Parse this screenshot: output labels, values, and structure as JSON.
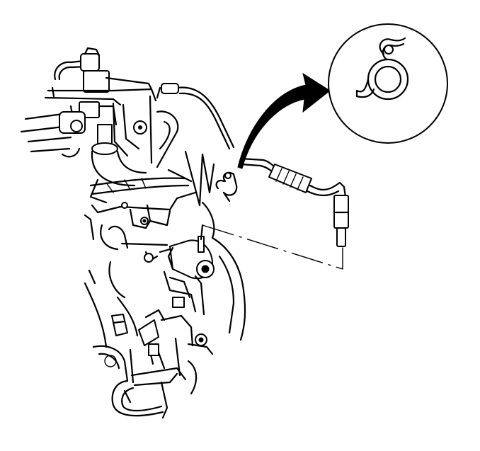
{
  "diagram": {
    "parts": [
      {
        "id": "engine-assembly",
        "icon": "engine-block-illustration"
      },
      {
        "id": "sensor-harness",
        "icon": "wire-harness-with-connector"
      },
      {
        "id": "harness-clip",
        "icon": "wire-clip"
      },
      {
        "id": "detail-callout",
        "icon": "clip-detail-magnified"
      },
      {
        "id": "callout-arrow",
        "icon": "curved-arrow"
      },
      {
        "id": "sensor-leader",
        "icon": "dashed-leader-line"
      }
    ],
    "colors": {
      "line": "#000000",
      "background": "#ffffff"
    }
  }
}
